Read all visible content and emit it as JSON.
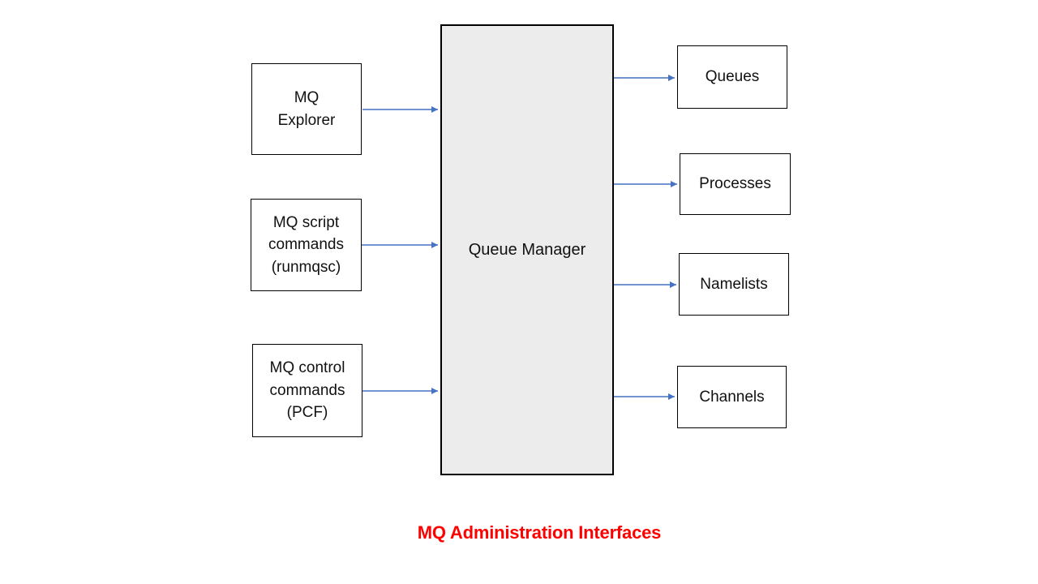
{
  "colors": {
    "arrow-blue": "#4472C4",
    "title-red": "#FF0000",
    "center-fill": "#ECECEC",
    "box-border": "#000000",
    "text-color": "#111111",
    "background": "#FFFFFF"
  },
  "diagram": {
    "title": "MQ Administration Interfaces",
    "center_node": {
      "label": "Queue Manager"
    },
    "sources": [
      {
        "label": "MQ\nExplorer"
      },
      {
        "label": "MQ script\ncommands\n(runmqsc)"
      },
      {
        "label": "MQ control\ncommands\n(PCF)"
      }
    ],
    "targets": [
      {
        "label": "Queues"
      },
      {
        "label": "Processes"
      },
      {
        "label": "Namelists"
      },
      {
        "label": "Channels"
      }
    ],
    "connections": [
      {
        "from": "MQ Explorer",
        "to": "Queue Manager"
      },
      {
        "from": "MQ script commands (runmqsc)",
        "to": "Queue Manager"
      },
      {
        "from": "MQ control commands (PCF)",
        "to": "Queue Manager"
      },
      {
        "from": "Queue Manager",
        "to": "Queues"
      },
      {
        "from": "Queue Manager",
        "to": "Processes"
      },
      {
        "from": "Queue Manager",
        "to": "Namelists"
      },
      {
        "from": "Queue Manager",
        "to": "Channels"
      }
    ]
  }
}
